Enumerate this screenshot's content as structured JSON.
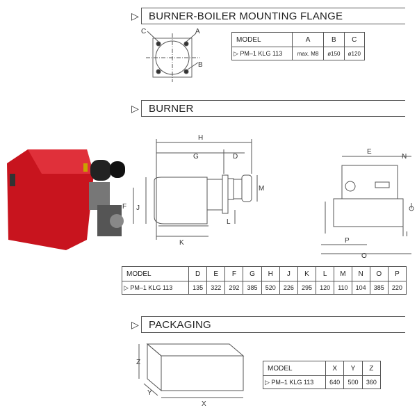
{
  "sections": {
    "flange": {
      "title": "BURNER-BOILER MOUNTING FLANGE",
      "diagram_labels": {
        "a": "A",
        "b": "B",
        "c": "C"
      },
      "table": {
        "headers": [
          "MODEL",
          "A",
          "B",
          "C"
        ],
        "row": [
          "▷ PM–1  KLG  113",
          "max. M8",
          "ø150",
          "ø120"
        ]
      }
    },
    "burner": {
      "title": "BURNER",
      "diagram_labels": {
        "h": "H",
        "g": "G",
        "d": "D",
        "m": "M",
        "f": "F",
        "j": "J",
        "l": "L",
        "k": "K",
        "e": "E",
        "n": "N",
        "p": "P",
        "o": "O",
        "i": "I"
      },
      "table": {
        "headers": [
          "MODEL",
          "D",
          "E",
          "F",
          "G",
          "H",
          "J",
          "K",
          "L",
          "M",
          "N",
          "O",
          "P"
        ],
        "row": [
          "▷ PM–1  KLG  113",
          "135",
          "322",
          "292",
          "385",
          "520",
          "226",
          "295",
          "120",
          "110",
          "104",
          "385",
          "220"
        ]
      }
    },
    "packaging": {
      "title": "PACKAGING",
      "diagram_labels": {
        "x": "X",
        "y": "Y",
        "z": "Z"
      },
      "table": {
        "headers": [
          "MODEL",
          "X",
          "Y",
          "Z"
        ],
        "row": [
          "▷ PM–1  KLG  113",
          "640",
          "500",
          "360"
        ]
      }
    }
  },
  "colors": {
    "burner_body": "#c8141e",
    "line": "#555555"
  }
}
